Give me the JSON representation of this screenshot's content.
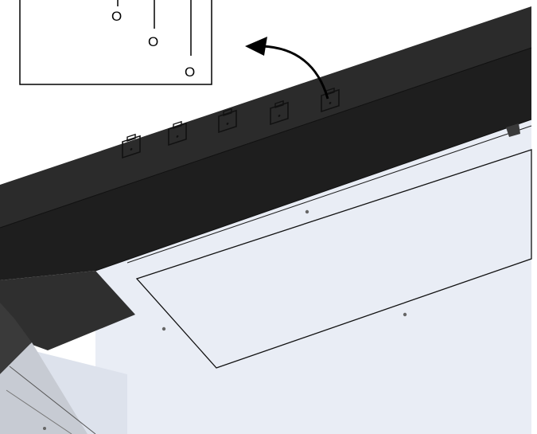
{
  "figure": {
    "inset_labels": [
      "O",
      "O",
      "O"
    ],
    "colors": {
      "panel_top": "#2b2b2b",
      "panel_front": "#1e1e1e",
      "panel_lower": "#3a3a3a",
      "surface": "#e9edf5",
      "surface_shade": "#dde2ec",
      "outline": "#000000",
      "inset_fill": "#ffffff"
    },
    "icons": [
      "curved-arrow-icon",
      "connector-port-icon"
    ]
  }
}
